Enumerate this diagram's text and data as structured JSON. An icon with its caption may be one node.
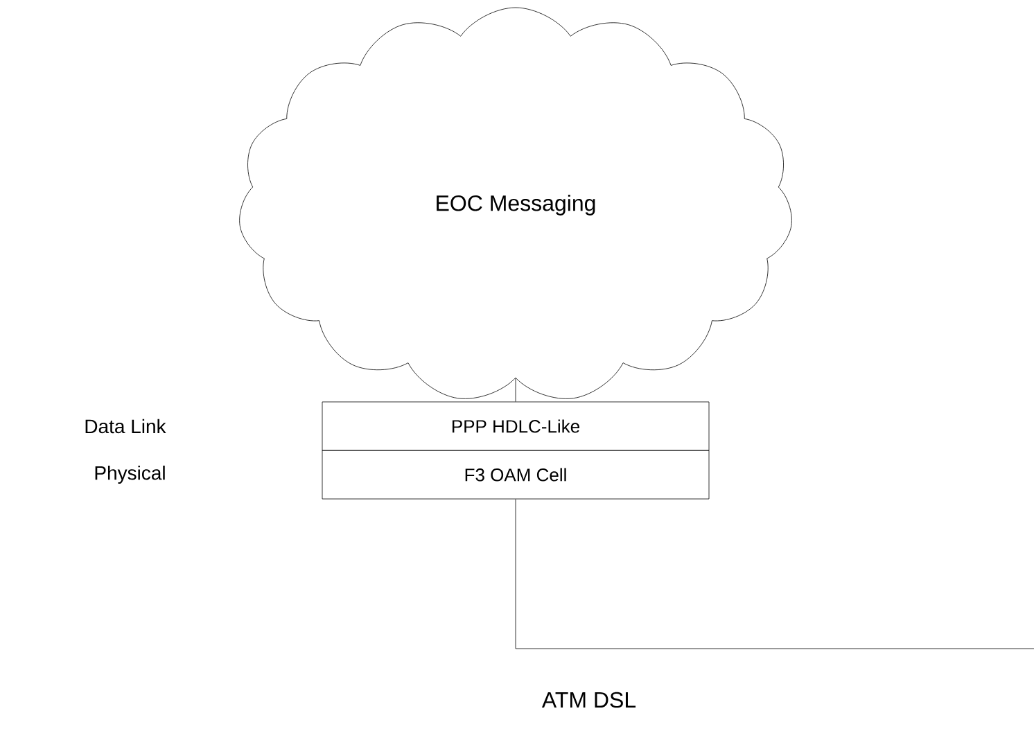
{
  "diagram": {
    "nodes": [
      {
        "text": [
          "EOC Messaging"
        ]
      },
      {
        "text": [
          "PPP HDLC-Like"
        ]
      },
      {
        "text": [
          "F3 OAM Cell"
        ]
      }
    ],
    "labels": [
      "Data Link",
      "Physical"
    ],
    "edges": [
      {
        "from": 0,
        "to": 1,
        "arrow": "none"
      },
      {
        "from": 2,
        "to": null,
        "arrow": "none",
        "label": "ATM DSL"
      }
    ]
  }
}
